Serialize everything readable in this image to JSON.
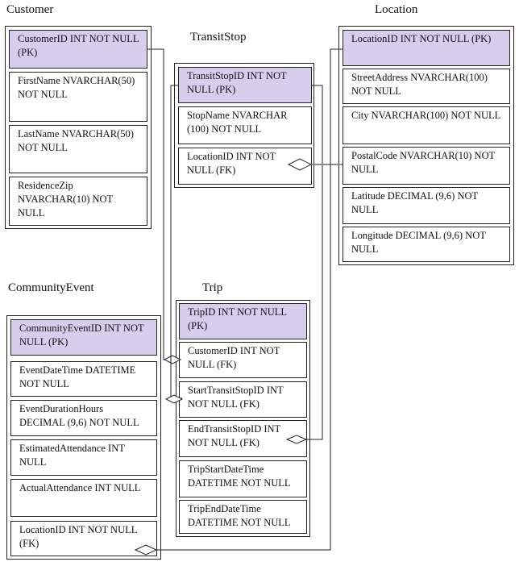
{
  "entities": {
    "customer": {
      "title": "Customer",
      "fields": [
        {
          "label": "CustomerID INT NOT NULL (PK)",
          "pk": true
        },
        {
          "label": "FirstName NVARCHAR(50) NOT NULL"
        },
        {
          "label": "LastName NVARCHAR(50) NOT NULL"
        },
        {
          "label": "ResidenceZip NVARCHAR(10) NOT NULL"
        }
      ]
    },
    "transit_stop": {
      "title": "TransitStop",
      "fields": [
        {
          "label": "TransitStopID INT NOT NULL (PK)",
          "pk": true
        },
        {
          "label": "StopName NVARCHAR (100) NOT NULL"
        },
        {
          "label": "LocationID INT NOT NULL (FK)"
        }
      ]
    },
    "location": {
      "title": "Location",
      "fields": [
        {
          "label": "LocationID INT NOT NULL (PK)",
          "pk": true
        },
        {
          "label": "StreetAddress NVARCHAR(100) NOT NULL"
        },
        {
          "label": "City NVARCHAR(100) NOT NULL"
        },
        {
          "label": "PostalCode NVARCHAR(10) NOT NULL"
        },
        {
          "label": "Latitude DECIMAL (9,6) NOT NULL"
        },
        {
          "label": "Longitude DECIMAL (9,6) NOT NULL"
        }
      ]
    },
    "community_event": {
      "title": "CommunityEvent",
      "fields": [
        {
          "label": "CommunityEventID INT NOT NULL (PK)",
          "pk": true
        },
        {
          "label": "EventDateTime DATETIME NOT NULL"
        },
        {
          "label": "EventDurationHours DECIMAL (9,6) NOT NULL"
        },
        {
          "label": "EstimatedAttendance INT NULL"
        },
        {
          "label": "ActualAttendance INT NULL"
        },
        {
          "label": "LocationID INT NOT NULL (FK)"
        }
      ]
    },
    "trip": {
      "title": "Trip",
      "fields": [
        {
          "label": "TripID INT NOT NULL (PK)",
          "pk": true
        },
        {
          "label": "CustomerID INT NOT NULL (FK)"
        },
        {
          "label": "StartTransitStopID INT NOT NULL (FK)"
        },
        {
          "label": "EndTransitStopID INT NOT NULL (FK)"
        },
        {
          "label": "TripStartDateTime DATETIME NOT NULL"
        },
        {
          "label": "TripEndDateTime DATETIME NOT NULL"
        }
      ]
    }
  },
  "relationships": [
    {
      "from": "Customer.CustomerID",
      "to": "Trip.CustomerID"
    },
    {
      "from": "TransitStop.TransitStopID",
      "to": "Trip.StartTransitStopID"
    },
    {
      "from": "TransitStop.TransitStopID",
      "to": "Trip.EndTransitStopID"
    },
    {
      "from": "Location.LocationID",
      "to": "TransitStop.LocationID"
    },
    {
      "from": "Location.LocationID",
      "to": "CommunityEvent.LocationID"
    }
  ]
}
